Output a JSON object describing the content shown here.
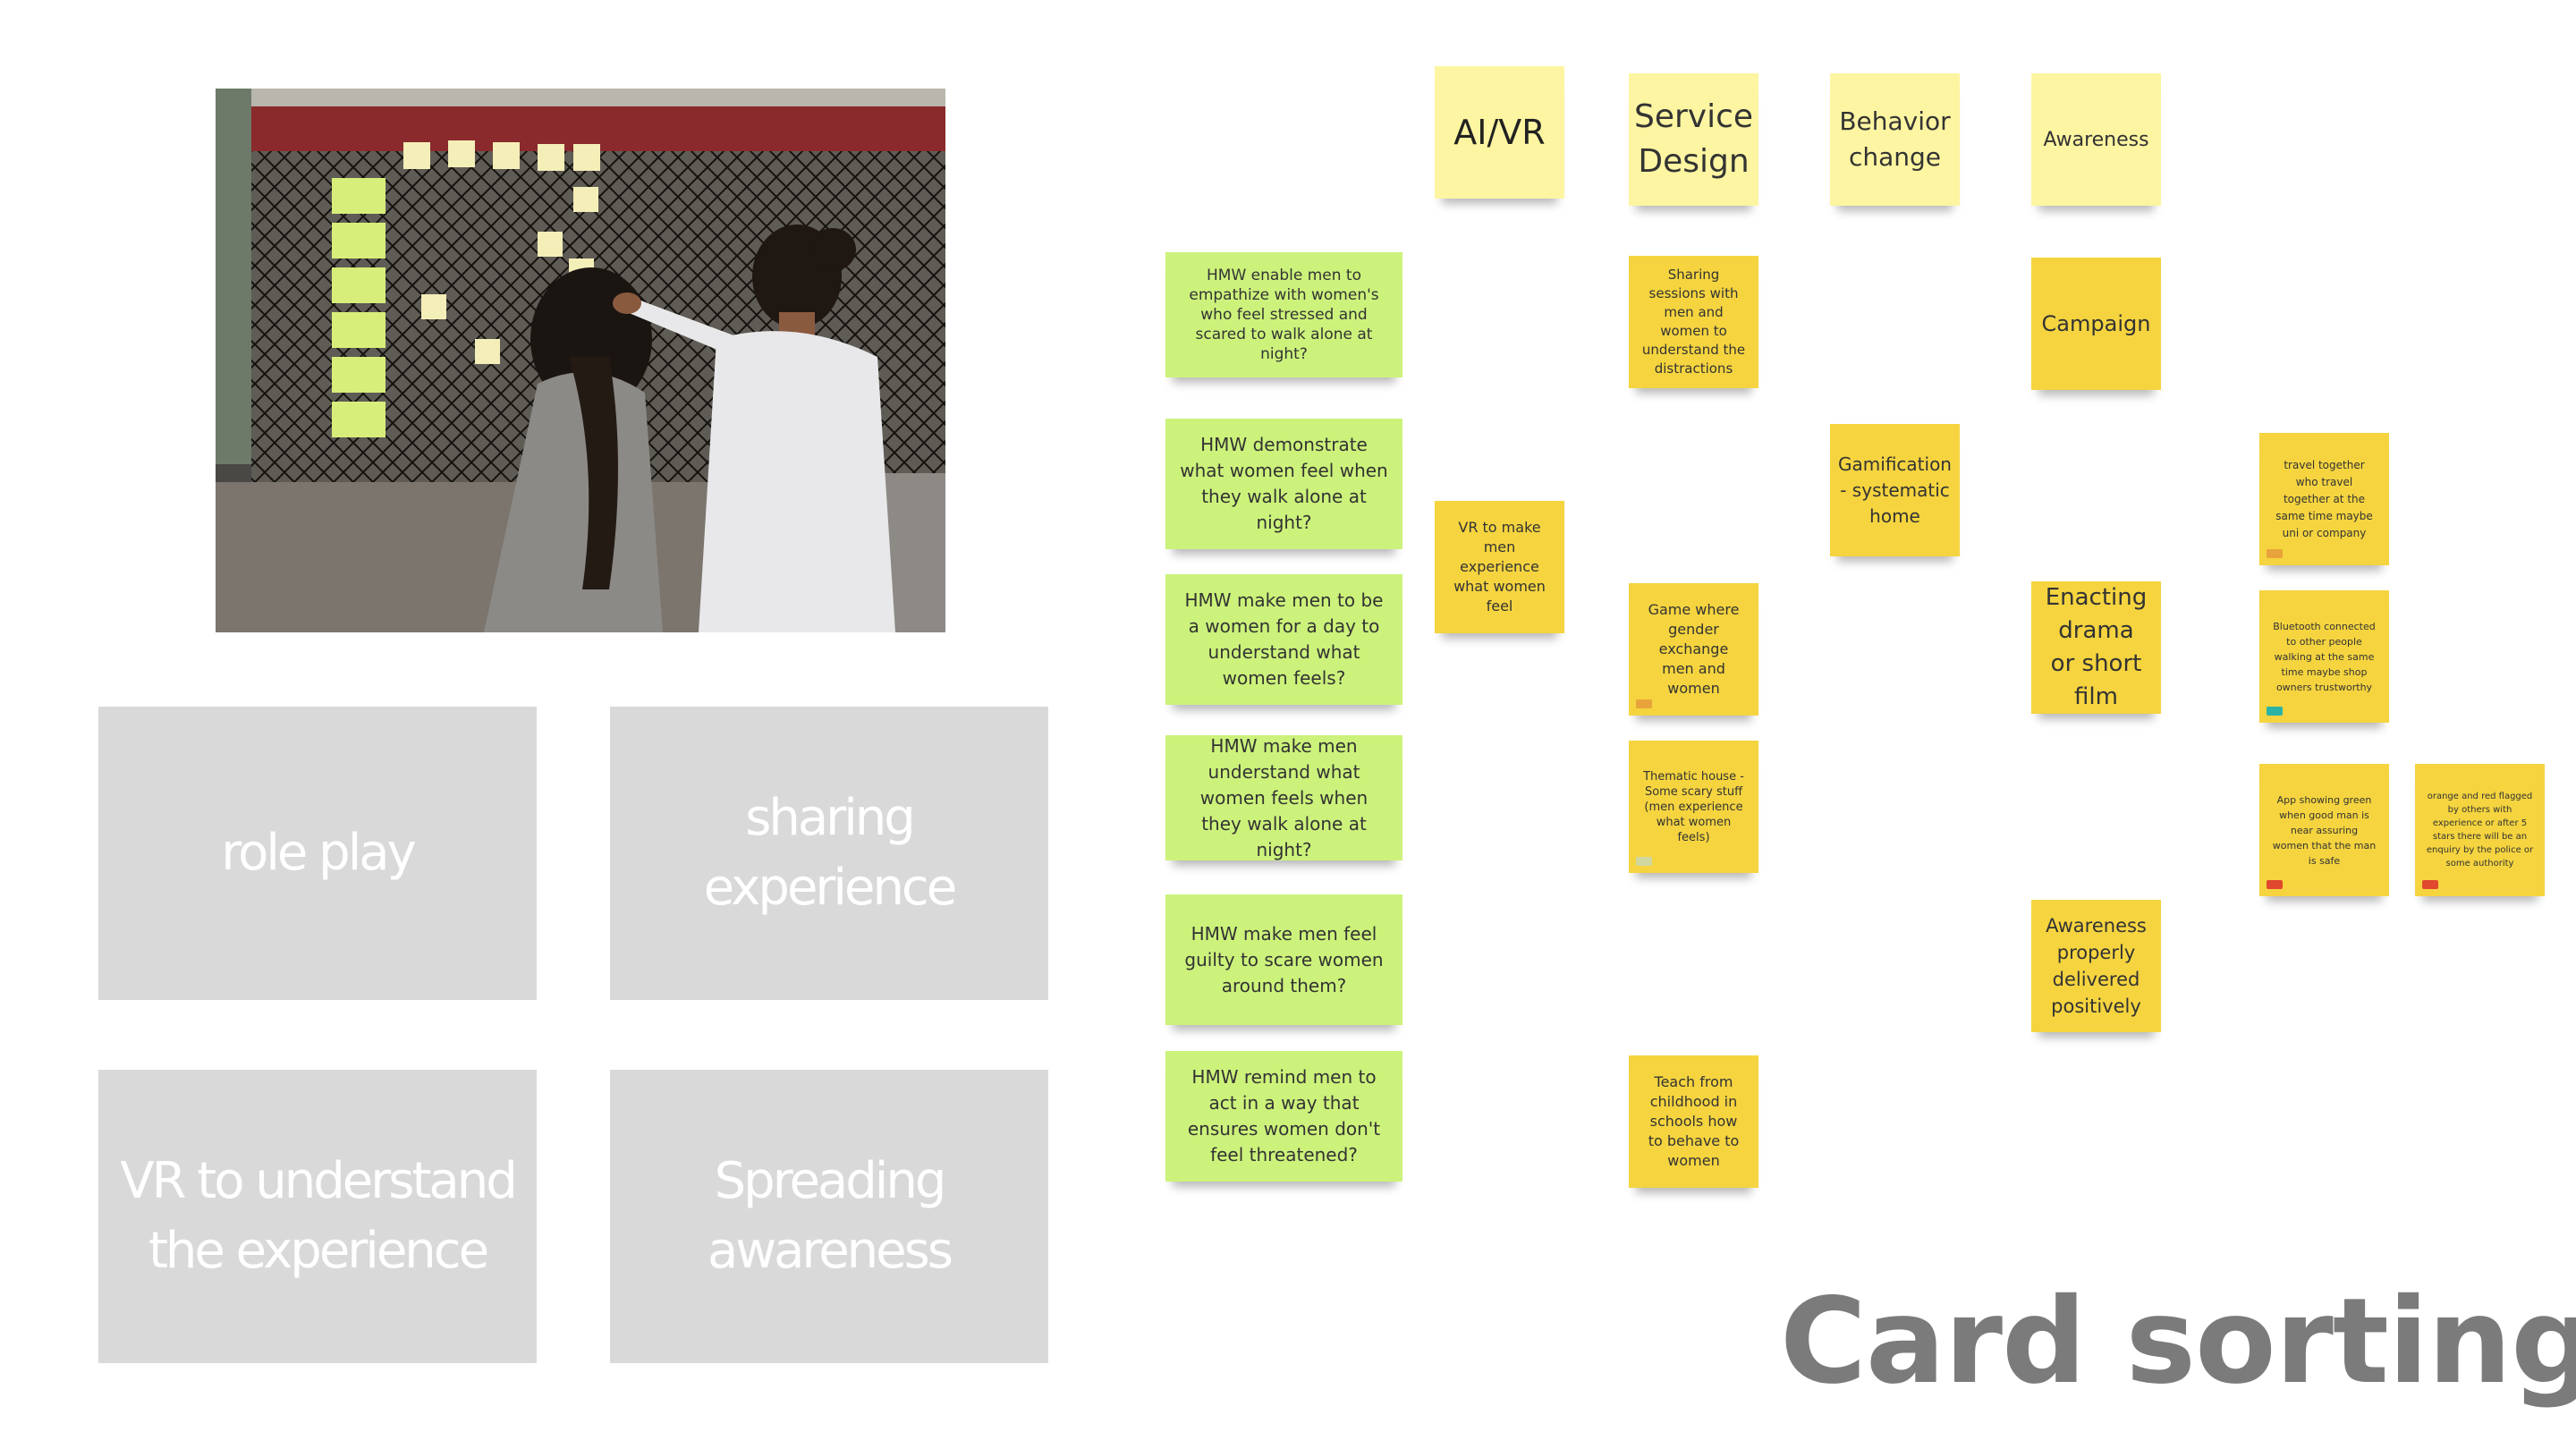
{
  "categories": [
    "role play",
    "sharing experience",
    "VR to understand the experience",
    "Spreading awareness"
  ],
  "headers": [
    "AI/VR",
    "Service Design",
    "Behavior change",
    "Awareness"
  ],
  "green_notes": [
    "HMW enable men to empathize with women's who feel stressed and scared to walk alone at night?",
    "HMW demonstrate what women feel when they walk alone at night?",
    "HMW make men to be a women for a day to understand what women feels?",
    "HMW make men understand what women feels when they walk alone at night?",
    "HMW make men feel guilty to scare women around them?",
    "HMW remind men to act in a way that ensures women don't feel threatened?"
  ],
  "aivr_notes": [
    "VR to make men experience what women feel"
  ],
  "service_notes": [
    "Sharing sessions with men and women to understand the distractions",
    "Game where gender exchange men and women",
    "Thematic house - Some scary stuff (men experience what women feels)",
    "Teach from childhood in schools how to behave to women"
  ],
  "behavior_notes": [
    "Gamification - systematic home"
  ],
  "awareness_notes": [
    "Campaign",
    "Enacting drama or short film",
    "Awareness properly delivered positively"
  ],
  "extra_notes": [
    "travel together who travel together at the same time maybe uni or company",
    "Bluetooth connected to other people walking at the same time maybe shop owners trustworthy",
    "App showing green when good man is near assuring women that the man is safe",
    "orange and red flagged by others with experience or after 5 stars there will be an enquiry by the police or some authority"
  ],
  "title": "Card sorting",
  "colors": {
    "green_note": "#ccf27b",
    "yellow_note": "#f5d43f",
    "pale_note": "#fdf5a1",
    "category_card": "#d9d9d9",
    "title": "#7b7b7b"
  }
}
